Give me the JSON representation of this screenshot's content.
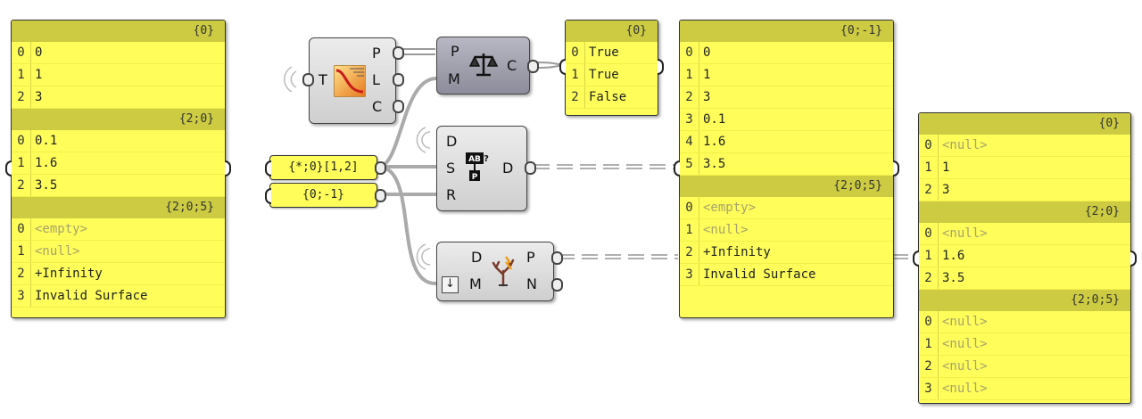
{
  "panel_left": {
    "sections": [
      {
        "path": "{0}",
        "rows": [
          [
            "0",
            "0",
            false
          ],
          [
            "1",
            "1",
            false
          ],
          [
            "2",
            "3",
            false
          ]
        ]
      },
      {
        "path": "{2;0}",
        "rows": [
          [
            "0",
            "0.1",
            false
          ],
          [
            "1",
            "1.6",
            false
          ],
          [
            "2",
            "3.5",
            false
          ]
        ]
      },
      {
        "path": "{2;0;5}",
        "rows": [
          [
            "0",
            "<empty>",
            true
          ],
          [
            "1",
            "<null>",
            true
          ],
          [
            "2",
            "+Infinity",
            false
          ],
          [
            "3",
            "Invalid Surface",
            false
          ]
        ]
      }
    ]
  },
  "panel_bool": {
    "sections": [
      {
        "path": "{0}",
        "rows": [
          [
            "0",
            "True",
            false
          ],
          [
            "1",
            "True",
            false
          ],
          [
            "2",
            "False",
            false
          ]
        ]
      }
    ]
  },
  "panel_mid": {
    "sections": [
      {
        "path": "{0;-1}",
        "rows": [
          [
            "0",
            "0",
            false
          ],
          [
            "1",
            "1",
            false
          ],
          [
            "2",
            "3",
            false
          ],
          [
            "3",
            "0.1",
            false
          ],
          [
            "4",
            "1.6",
            false
          ],
          [
            "5",
            "3.5",
            false
          ]
        ]
      },
      {
        "path": "{2;0;5}",
        "rows": [
          [
            "0",
            "<empty>",
            true
          ],
          [
            "1",
            "<null>",
            true
          ],
          [
            "2",
            "+Infinity",
            false
          ],
          [
            "3",
            "Invalid Surface",
            false
          ]
        ]
      }
    ]
  },
  "panel_right": {
    "sections": [
      {
        "path": "{0}",
        "rows": [
          [
            "0",
            "<null>",
            true
          ],
          [
            "1",
            "1",
            false
          ],
          [
            "2",
            "3",
            false
          ]
        ]
      },
      {
        "path": "{2;0}",
        "rows": [
          [
            "0",
            "<null>",
            true
          ],
          [
            "1",
            "1.6",
            false
          ],
          [
            "2",
            "3.5",
            false
          ]
        ]
      },
      {
        "path": "{2;0;5}",
        "rows": [
          [
            "0",
            "<null>",
            true
          ],
          [
            "1",
            "<null>",
            true
          ],
          [
            "2",
            "<null>",
            true
          ],
          [
            "3",
            "<null>",
            true
          ]
        ]
      }
    ]
  },
  "components": {
    "graph": {
      "inputs": [
        "T"
      ],
      "outputs": [
        "P",
        "L",
        "C"
      ]
    },
    "compare": {
      "inputs": [
        "P",
        "M"
      ],
      "outputs": [
        "C"
      ]
    },
    "split": {
      "inputs": [
        "D",
        "S",
        "R"
      ],
      "outputs": [
        "D"
      ]
    },
    "prune": {
      "inputs": [
        "D",
        "M"
      ],
      "outputs": [
        "P",
        "N"
      ]
    }
  },
  "params": {
    "split_mask": "{*;0}[1,2]",
    "replace_path": "{0;-1}"
  },
  "icons": {
    "graph": "graph-mapper-icon",
    "compare": "scales-icon",
    "split": "split-tree-icon",
    "prune": "prune-tree-icon",
    "mask": "arrow-down-icon"
  }
}
